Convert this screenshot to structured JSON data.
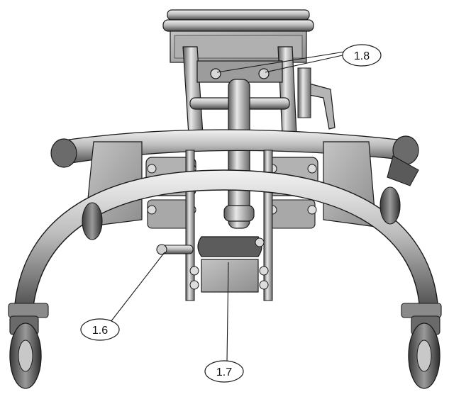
{
  "callouts": {
    "c18": {
      "label": "1.8"
    },
    "c16": {
      "label": "1.6"
    },
    "c17": {
      "label": "1.7"
    }
  },
  "colors": {
    "metal": "#b8b8b8",
    "metal_dark": "#5a5a5a",
    "metal_light": "#e6e6e6",
    "plate": "#a9a9a9",
    "outline": "#1a1a1a",
    "background": "#ffffff"
  }
}
